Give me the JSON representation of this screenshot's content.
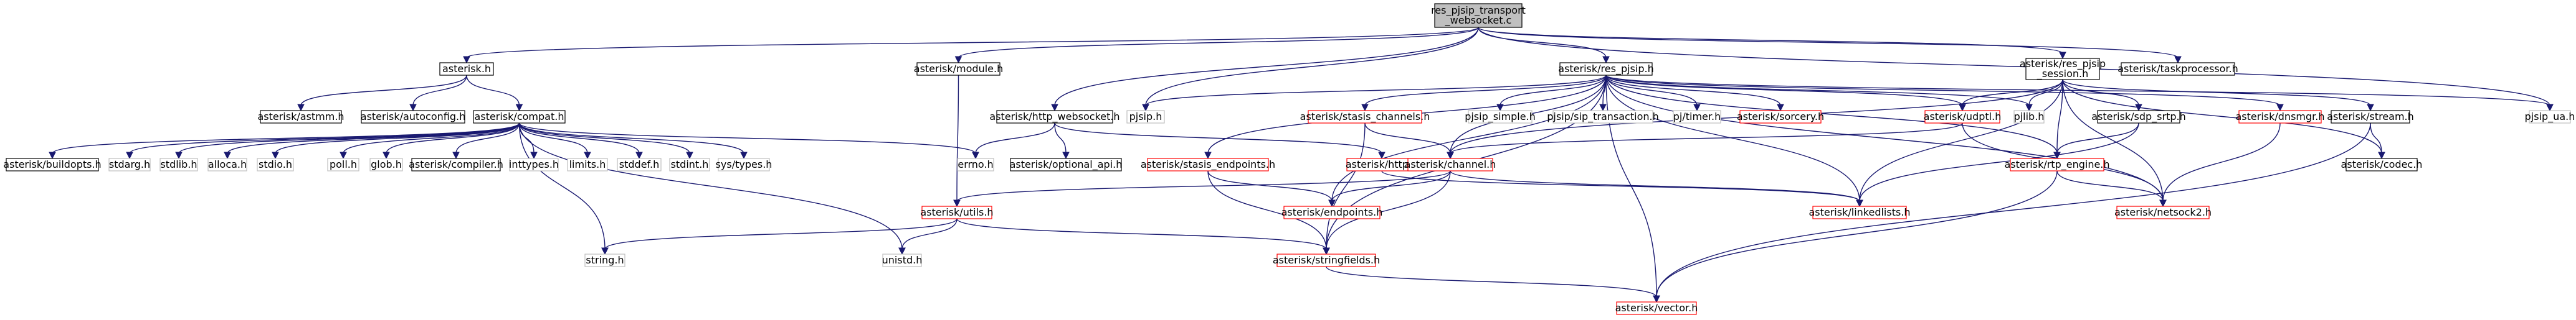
{
  "nodes": [
    {
      "id": "root",
      "lines": [
        "res_pjsip_transport",
        "_websocket.c"
      ],
      "style": "root"
    },
    {
      "id": "asterisk_h",
      "lines": [
        "asterisk.h"
      ],
      "style": "normal"
    },
    {
      "id": "module_h",
      "lines": [
        "asterisk/module.h"
      ],
      "style": "normal"
    },
    {
      "id": "res_pjsip_h",
      "lines": [
        "asterisk/res_pjsip.h"
      ],
      "style": "normal"
    },
    {
      "id": "res_pjsip_session_h",
      "lines": [
        "asterisk/res_pjsip",
        "_session.h"
      ],
      "style": "normal"
    },
    {
      "id": "taskprocessor_h",
      "lines": [
        "asterisk/taskprocessor.h"
      ],
      "style": "normal"
    },
    {
      "id": "astmm_h",
      "lines": [
        "asterisk/astmm.h"
      ],
      "style": "normal"
    },
    {
      "id": "autoconfig_h",
      "lines": [
        "asterisk/autoconfig.h"
      ],
      "style": "normal"
    },
    {
      "id": "compat_h",
      "lines": [
        "asterisk/compat.h"
      ],
      "style": "normal"
    },
    {
      "id": "http_websocket_h",
      "lines": [
        "asterisk/http_websocket.h"
      ],
      "style": "normal"
    },
    {
      "id": "pjsip_h",
      "lines": [
        "pjsip.h"
      ],
      "style": "gray"
    },
    {
      "id": "stasis_channels_h",
      "lines": [
        "asterisk/stasis_channels.h"
      ],
      "style": "red"
    },
    {
      "id": "pjsip_simple_h",
      "lines": [
        "pjsip_simple.h"
      ],
      "style": "gray"
    },
    {
      "id": "pjsip_transaction_h",
      "lines": [
        "pjsip/sip_transaction.h"
      ],
      "style": "gray"
    },
    {
      "id": "pjtimer_h",
      "lines": [
        "pj/timer.h"
      ],
      "style": "gray"
    },
    {
      "id": "sorcery_h",
      "lines": [
        "asterisk/sorcery.h"
      ],
      "style": "red"
    },
    {
      "id": "udptl_h",
      "lines": [
        "asterisk/udptl.h"
      ],
      "style": "red"
    },
    {
      "id": "pjlib_h",
      "lines": [
        "pjlib.h"
      ],
      "style": "gray"
    },
    {
      "id": "sdp_srtp_h",
      "lines": [
        "asterisk/sdp_srtp.h"
      ],
      "style": "normal"
    },
    {
      "id": "dnsmgr_h",
      "lines": [
        "asterisk/dnsmgr.h"
      ],
      "style": "red"
    },
    {
      "id": "stream_h",
      "lines": [
        "asterisk/stream.h"
      ],
      "style": "normal"
    },
    {
      "id": "pjsip_ua_h",
      "lines": [
        "pjsip_ua.h"
      ],
      "style": "gray"
    },
    {
      "id": "buildopts_h",
      "lines": [
        "asterisk/buildopts.h"
      ],
      "style": "normal"
    },
    {
      "id": "stdarg_h",
      "lines": [
        "stdarg.h"
      ],
      "style": "gray"
    },
    {
      "id": "stdlib_h",
      "lines": [
        "stdlib.h"
      ],
      "style": "gray"
    },
    {
      "id": "alloca_h",
      "lines": [
        "alloca.h"
      ],
      "style": "gray"
    },
    {
      "id": "stdio_h",
      "lines": [
        "stdio.h"
      ],
      "style": "gray"
    },
    {
      "id": "poll_h",
      "lines": [
        "poll.h"
      ],
      "style": "gray"
    },
    {
      "id": "glob_h",
      "lines": [
        "glob.h"
      ],
      "style": "gray"
    },
    {
      "id": "compiler_h",
      "lines": [
        "asterisk/compiler.h"
      ],
      "style": "normal"
    },
    {
      "id": "inttypes_h",
      "lines": [
        "inttypes.h"
      ],
      "style": "gray"
    },
    {
      "id": "limits_h",
      "lines": [
        "limits.h"
      ],
      "style": "gray"
    },
    {
      "id": "stddef_h",
      "lines": [
        "stddef.h"
      ],
      "style": "gray"
    },
    {
      "id": "stdint_h",
      "lines": [
        "stdint.h"
      ],
      "style": "gray"
    },
    {
      "id": "systypes_h",
      "lines": [
        "sys/types.h"
      ],
      "style": "gray"
    },
    {
      "id": "errno_h",
      "lines": [
        "errno.h"
      ],
      "style": "gray"
    },
    {
      "id": "optional_api_h",
      "lines": [
        "asterisk/optional_api.h"
      ],
      "style": "normal"
    },
    {
      "id": "stasis_endpoints_h",
      "lines": [
        "asterisk/stasis_endpoints.h"
      ],
      "style": "red"
    },
    {
      "id": "http_h",
      "lines": [
        "asterisk/http.h"
      ],
      "style": "red"
    },
    {
      "id": "channel_h",
      "lines": [
        "asterisk/channel.h"
      ],
      "style": "red"
    },
    {
      "id": "rtp_engine_h",
      "lines": [
        "asterisk/rtp_engine.h"
      ],
      "style": "red"
    },
    {
      "id": "codec_h",
      "lines": [
        "asterisk/codec.h"
      ],
      "style": "normal"
    },
    {
      "id": "utils_h",
      "lines": [
        "asterisk/utils.h"
      ],
      "style": "red"
    },
    {
      "id": "endpoints_h",
      "lines": [
        "asterisk/endpoints.h"
      ],
      "style": "red"
    },
    {
      "id": "linkedlists_h",
      "lines": [
        "asterisk/linkedlists.h"
      ],
      "style": "red"
    },
    {
      "id": "netsock2_h",
      "lines": [
        "asterisk/netsock2.h"
      ],
      "style": "red"
    },
    {
      "id": "string_h",
      "lines": [
        "string.h"
      ],
      "style": "gray"
    },
    {
      "id": "unistd_h",
      "lines": [
        "unistd.h"
      ],
      "style": "gray"
    },
    {
      "id": "stringfields_h",
      "lines": [
        "asterisk/stringfields.h"
      ],
      "style": "red"
    },
    {
      "id": "vector_h",
      "lines": [
        "asterisk/vector.h"
      ],
      "style": "red"
    }
  ],
  "edges": [
    [
      "root",
      "asterisk_h"
    ],
    [
      "root",
      "module_h"
    ],
    [
      "root",
      "http_websocket_h"
    ],
    [
      "root",
      "pjsip_h"
    ],
    [
      "root",
      "res_pjsip_h"
    ],
    [
      "root",
      "res_pjsip_session_h"
    ],
    [
      "root",
      "taskprocessor_h"
    ],
    [
      "root",
      "pjsip_ua_h"
    ],
    [
      "asterisk_h",
      "astmm_h"
    ],
    [
      "asterisk_h",
      "autoconfig_h"
    ],
    [
      "asterisk_h",
      "compat_h"
    ],
    [
      "compat_h",
      "buildopts_h"
    ],
    [
      "compat_h",
      "stdarg_h"
    ],
    [
      "compat_h",
      "stdlib_h"
    ],
    [
      "compat_h",
      "alloca_h"
    ],
    [
      "compat_h",
      "stdio_h"
    ],
    [
      "compat_h",
      "poll_h"
    ],
    [
      "compat_h",
      "glob_h"
    ],
    [
      "compat_h",
      "compiler_h"
    ],
    [
      "compat_h",
      "inttypes_h"
    ],
    [
      "compat_h",
      "limits_h"
    ],
    [
      "compat_h",
      "stddef_h"
    ],
    [
      "compat_h",
      "stdint_h"
    ],
    [
      "compat_h",
      "systypes_h"
    ],
    [
      "compat_h",
      "errno_h"
    ],
    [
      "compat_h",
      "string_h"
    ],
    [
      "compat_h",
      "unistd_h"
    ],
    [
      "module_h",
      "utils_h"
    ],
    [
      "http_websocket_h",
      "errno_h"
    ],
    [
      "http_websocket_h",
      "optional_api_h"
    ],
    [
      "http_websocket_h",
      "http_h"
    ],
    [
      "res_pjsip_h",
      "pjsip_h"
    ],
    [
      "res_pjsip_h",
      "stasis_channels_h"
    ],
    [
      "res_pjsip_h",
      "pjsip_simple_h"
    ],
    [
      "res_pjsip_h",
      "pjsip_transaction_h"
    ],
    [
      "res_pjsip_h",
      "pjtimer_h"
    ],
    [
      "res_pjsip_h",
      "sorcery_h"
    ],
    [
      "res_pjsip_h",
      "udptl_h"
    ],
    [
      "res_pjsip_h",
      "pjlib_h"
    ],
    [
      "res_pjsip_h",
      "dnsmgr_h"
    ],
    [
      "res_pjsip_h",
      "stasis_endpoints_h"
    ],
    [
      "res_pjsip_h",
      "channel_h"
    ],
    [
      "res_pjsip_h",
      "rtp_engine_h"
    ],
    [
      "res_pjsip_h",
      "linkedlists_h"
    ],
    [
      "res_pjsip_h",
      "netsock2_h"
    ],
    [
      "res_pjsip_h",
      "stringfields_h"
    ],
    [
      "res_pjsip_h",
      "vector_h"
    ],
    [
      "res_pjsip_h",
      "endpoints_h"
    ],
    [
      "res_pjsip_h",
      "pjsip_ua_h"
    ],
    [
      "res_pjsip_session_h",
      "pjlib_h"
    ],
    [
      "res_pjsip_session_h",
      "sdp_srtp_h"
    ],
    [
      "res_pjsip_session_h",
      "stream_h"
    ],
    [
      "res_pjsip_session_h",
      "channel_h"
    ],
    [
      "res_pjsip_session_h",
      "linkedlists_h"
    ],
    [
      "res_pjsip_session_h",
      "netsock2_h"
    ],
    [
      "res_pjsip_session_h",
      "codec_h"
    ],
    [
      "res_pjsip_session_h",
      "udptl_h"
    ],
    [
      "res_pjsip_session_h",
      "rtp_engine_h"
    ],
    [
      "stasis_channels_h",
      "channel_h"
    ],
    [
      "stasis_channels_h",
      "stringfields_h"
    ],
    [
      "udptl_h",
      "channel_h"
    ],
    [
      "udptl_h",
      "netsock2_h"
    ],
    [
      "sdp_srtp_h",
      "rtp_engine_h"
    ],
    [
      "sdp_srtp_h",
      "linkedlists_h"
    ],
    [
      "dnsmgr_h",
      "netsock2_h"
    ],
    [
      "stream_h",
      "codec_h"
    ],
    [
      "stream_h",
      "vector_h"
    ],
    [
      "stasis_endpoints_h",
      "endpoints_h"
    ],
    [
      "stasis_endpoints_h",
      "stringfields_h"
    ],
    [
      "http_h",
      "linkedlists_h"
    ],
    [
      "channel_h",
      "utils_h"
    ],
    [
      "channel_h",
      "endpoints_h"
    ],
    [
      "channel_h",
      "linkedlists_h"
    ],
    [
      "channel_h",
      "stringfields_h"
    ],
    [
      "rtp_engine_h",
      "netsock2_h"
    ],
    [
      "rtp_engine_h",
      "vector_h"
    ],
    [
      "utils_h",
      "string_h"
    ],
    [
      "utils_h",
      "unistd_h"
    ],
    [
      "utils_h",
      "stringfields_h"
    ],
    [
      "stringfields_h",
      "vector_h"
    ]
  ],
  "colors": {
    "edge": "#191970",
    "normal_border": "#000000",
    "gray_border": "#bfbfbf",
    "red_border": "#ff0000",
    "root_fill": "#bfbfbf",
    "text": "#000000"
  }
}
